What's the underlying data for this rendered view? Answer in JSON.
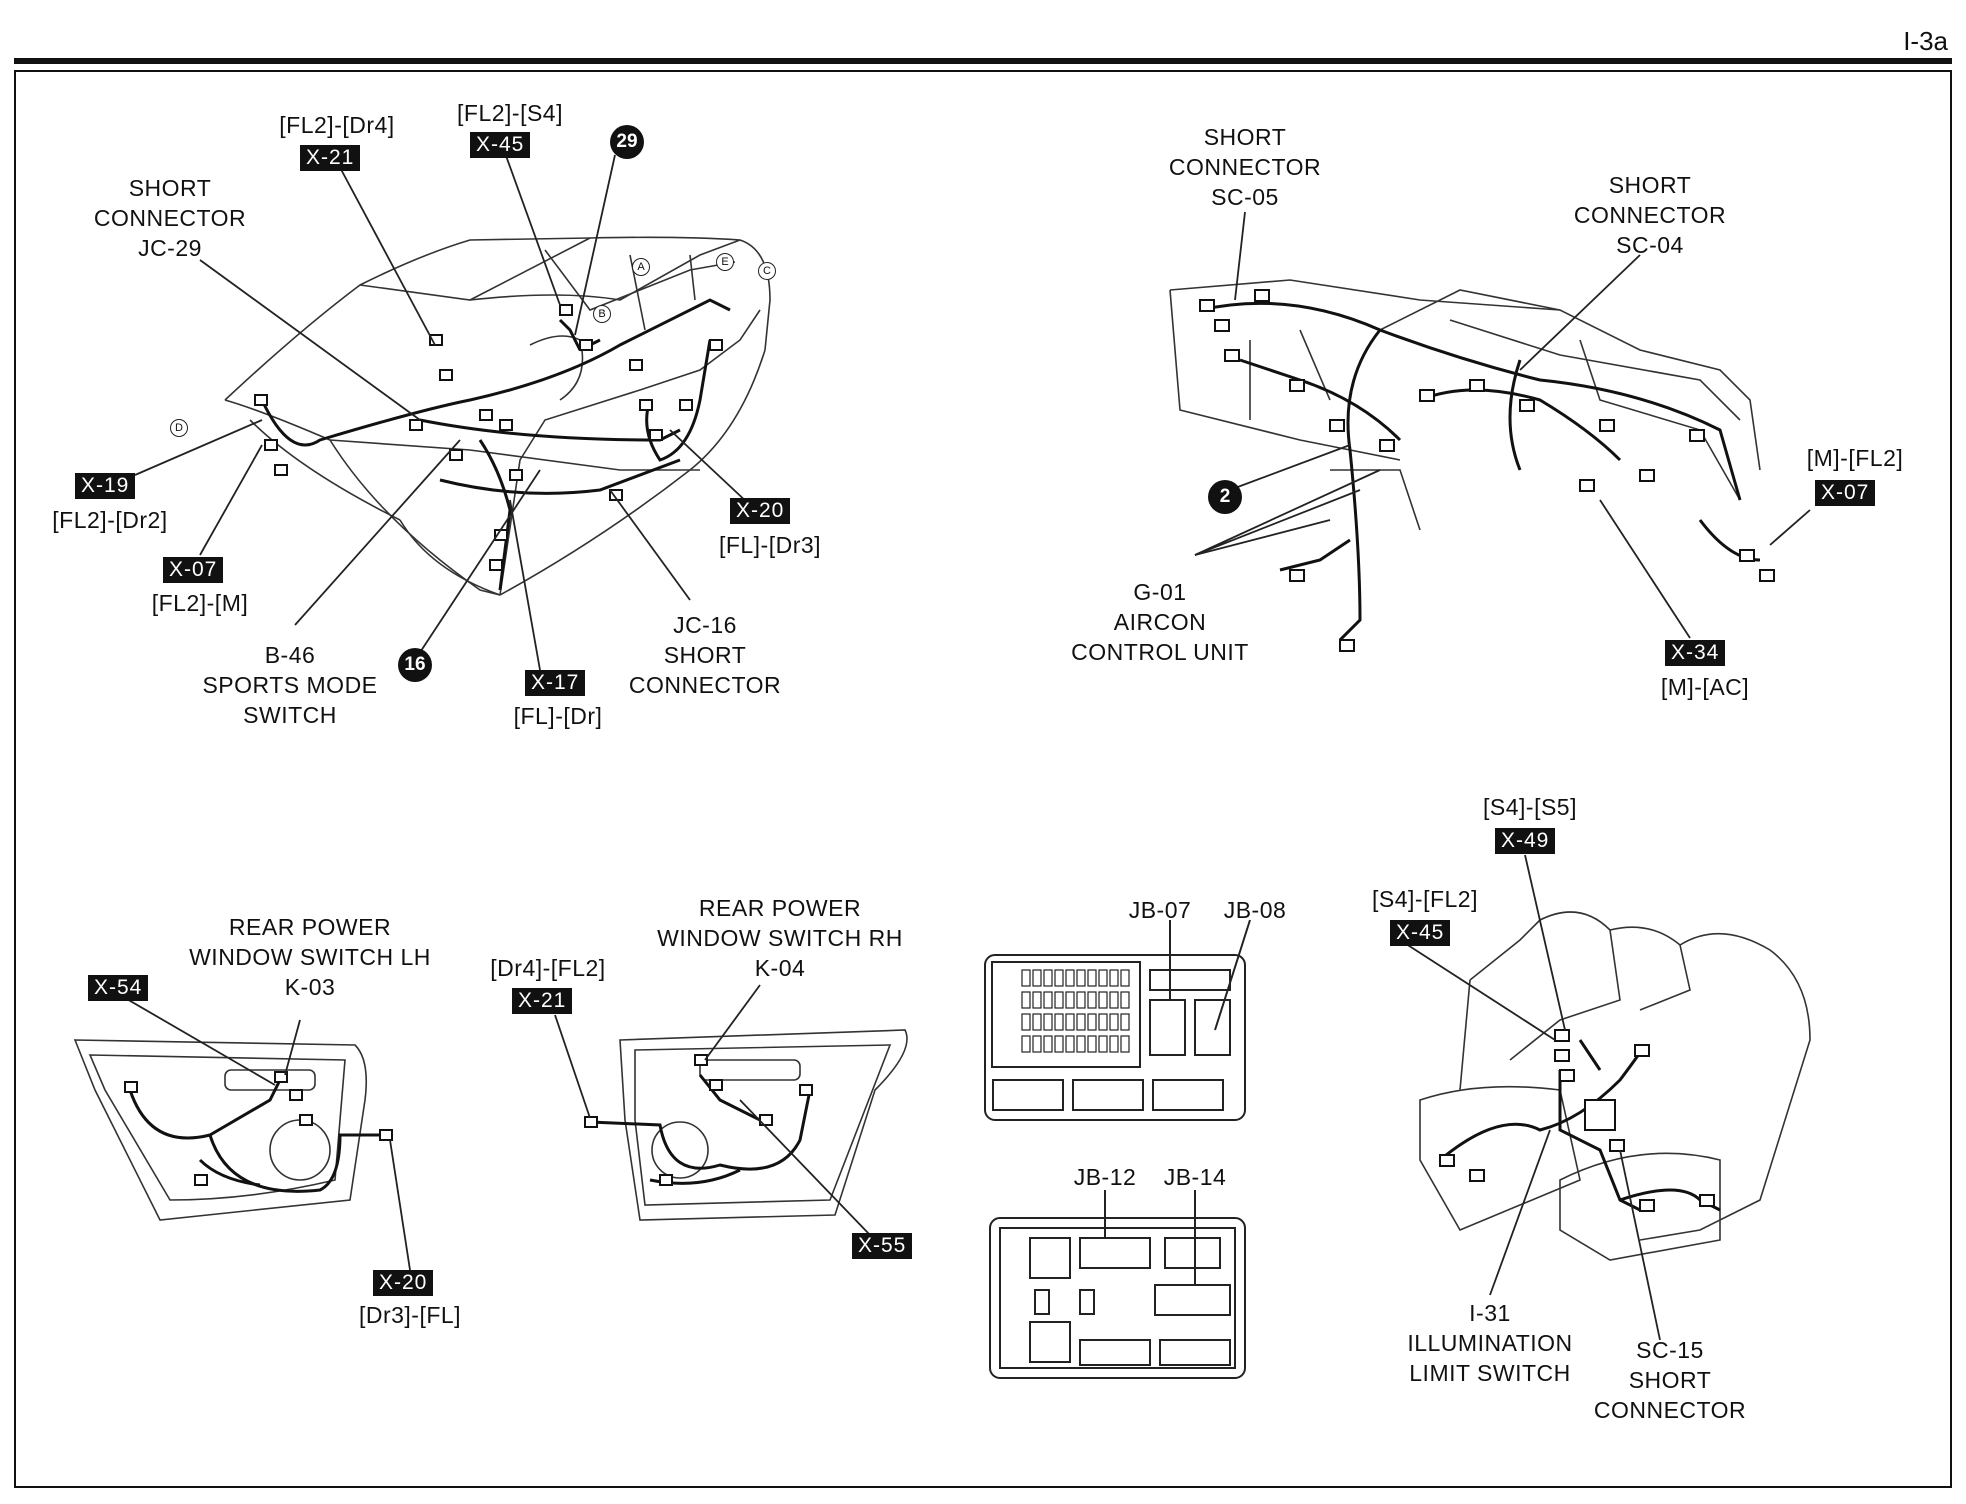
{
  "page_number": "I-3a",
  "vehicle": {
    "labels": {
      "jc29": "SHORT\nCONNECTOR\nJC-29",
      "fl2_dr4": "[FL2]-[Dr4]",
      "fl2_s4": "[FL2]-[S4]",
      "fl2_dr2": "[FL2]-[Dr2]",
      "fl2_m": "[FL2]-[M]",
      "b46": "B-46\nSPORTS MODE\nSWITCH",
      "fl_dr": "[FL]-[Dr]",
      "jc16": "JC-16\nSHORT\nCONNECTOR",
      "fl_dr3": "[FL]-[Dr3]"
    },
    "codes": {
      "x21": "X-21",
      "x45": "X-45",
      "x19": "X-19",
      "x07": "X-07",
      "x17": "X-17",
      "x20": "X-20"
    },
    "numbers": {
      "n29": "29",
      "n16": "16"
    },
    "markers": {
      "a": "A",
      "b": "B",
      "c": "C",
      "d": "D",
      "e": "E"
    }
  },
  "dashboard": {
    "labels": {
      "sc05": "SHORT\nCONNECTOR\nSC-05",
      "sc04": "SHORT\nCONNECTOR\nSC-04",
      "m_fl2": "[M]-[FL2]",
      "g01": "G-01\nAIRCON\nCONTROL UNIT",
      "m_ac": "[M]-[AC]"
    },
    "codes": {
      "x07": "X-07",
      "x34": "X-34"
    },
    "numbers": {
      "n2": "2"
    }
  },
  "rear_lh": {
    "labels": {
      "title": "REAR POWER\nWINDOW SWITCH LH\nK-03",
      "dr3_fl": "[Dr3]-[FL]"
    },
    "codes": {
      "x54": "X-54",
      "x20": "X-20"
    }
  },
  "rear_rh": {
    "labels": {
      "title": "REAR POWER\nWINDOW SWITCH RH\nK-04",
      "dr4_fl2": "[Dr4]-[FL2]"
    },
    "codes": {
      "x21": "X-21",
      "x55": "X-55"
    }
  },
  "junction_boxes": {
    "labels": {
      "jb07": "JB-07",
      "jb08": "JB-08",
      "jb12": "JB-12",
      "jb14": "JB-14"
    }
  },
  "seat": {
    "labels": {
      "s4_s5": "[S4]-[S5]",
      "s4_fl2": "[S4]-[FL2]",
      "i31": "I-31\nILLUMINATION\nLIMIT SWITCH",
      "sc15": "SC-15\nSHORT\nCONNECTOR"
    },
    "codes": {
      "x49": "X-49",
      "x45": "X-45"
    }
  }
}
